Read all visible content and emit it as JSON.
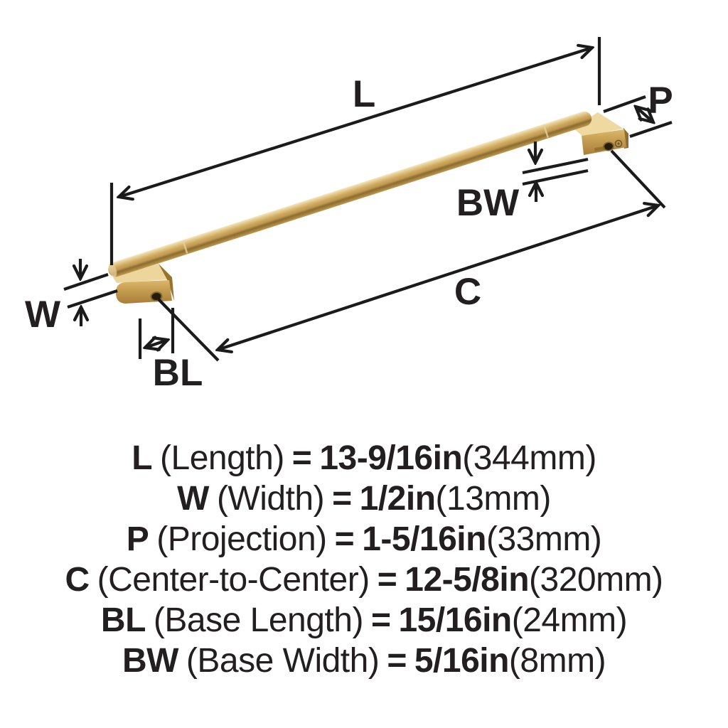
{
  "diagram": {
    "labels": {
      "L": "L",
      "P": "P",
      "BW": "BW",
      "C": "C",
      "W": "W",
      "BL": "BL"
    }
  },
  "legend": {
    "rows": [
      {
        "letter": "L",
        "name": "(Length)",
        "eq": "=",
        "value": "13-9/16in",
        "metric": "(344mm)"
      },
      {
        "letter": "W",
        "name": "(Width)",
        "eq": "=",
        "value": "1/2in",
        "metric": "(13mm)"
      },
      {
        "letter": "P",
        "name": "(Projection)",
        "eq": "=",
        "value": "1-5/16in",
        "metric": "(33mm)"
      },
      {
        "letter": "C",
        "name": "(Center-to-Center)",
        "eq": "=",
        "value": "12-5/8in",
        "metric": "(320mm)"
      },
      {
        "letter": "BL",
        "name": "(Base Length)",
        "eq": "=",
        "value": "15/16in",
        "metric": "(24mm)"
      },
      {
        "letter": "BW",
        "name": "(Base Width)",
        "eq": "=",
        "value": "5/16in",
        "metric": "(8mm)"
      }
    ]
  },
  "colors": {
    "background": "#ffffff",
    "line": "#1b1b1b",
    "text": "#231f20",
    "brass": "#c79e53",
    "brass_light": "#f2e4bb",
    "brass_dark": "#8b6c33"
  }
}
